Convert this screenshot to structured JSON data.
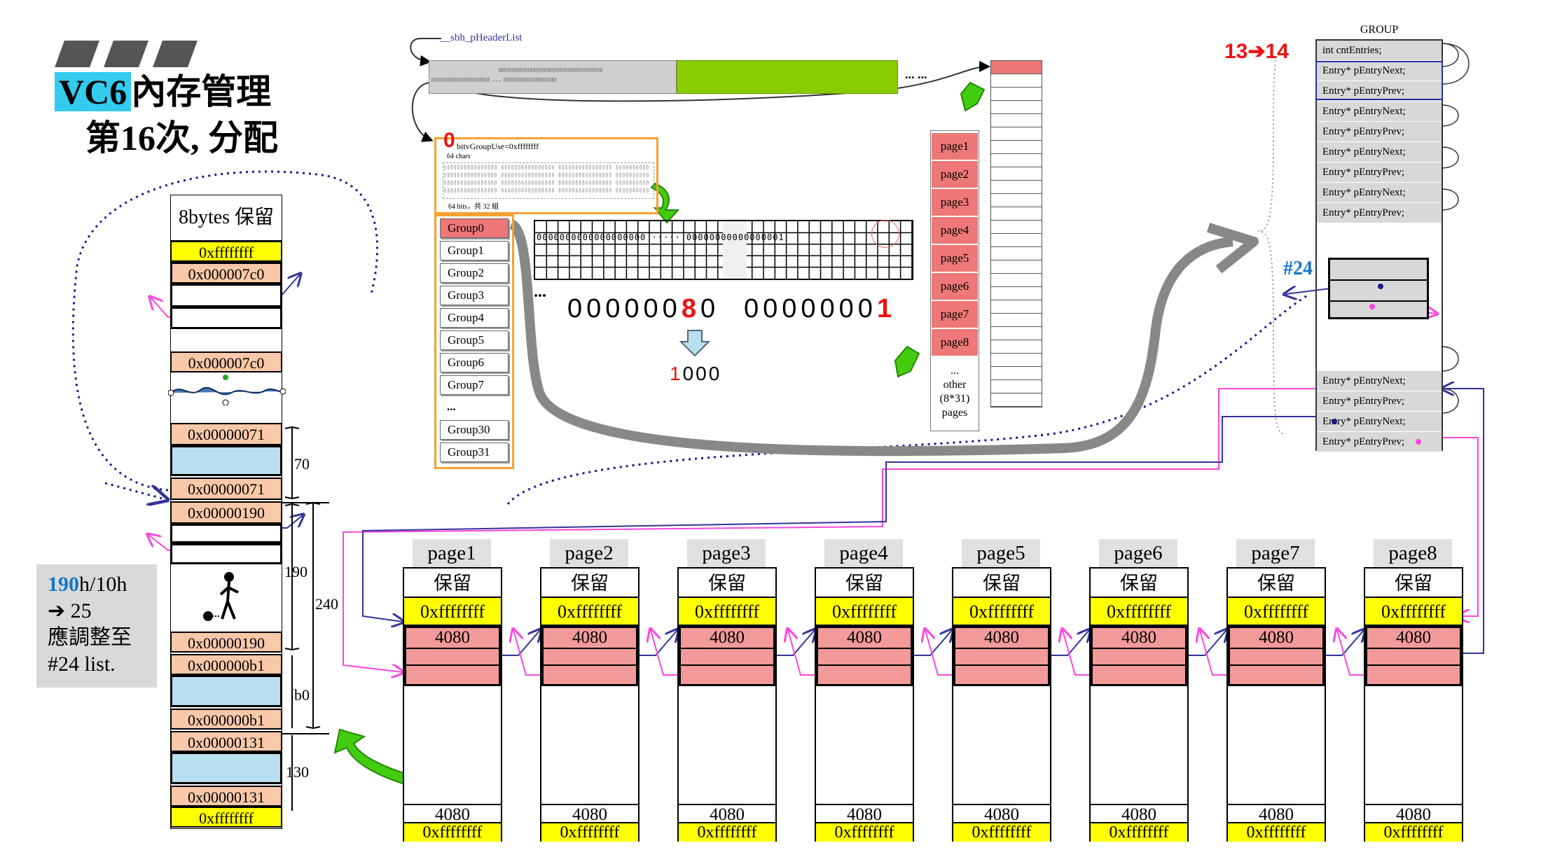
{
  "title": {
    "tag": "VC6",
    "line1_rest": "內存管理",
    "line2": "第16次, 分配"
  },
  "left_column": {
    "header": "8bytes 保留",
    "cells": [
      "0xffffffff",
      "0x000007c0",
      "0x000007c0",
      "0x00000071",
      "0x00000071",
      "0x00000190",
      "0x00000190",
      "0x000000b1",
      "0x000000b1",
      "0x00000131",
      "0x00000131",
      "0xffffffff"
    ],
    "sizes": [
      "70",
      "190",
      "240",
      "b0",
      "130"
    ]
  },
  "note": {
    "line1_num": "190",
    "line1_rest": "h/10h",
    "line2": "➔ 25",
    "line3": "應調整至",
    "line4": "#24 list."
  },
  "header_list": {
    "label": "__sbh_pHeaderList",
    "ellipsis": "... ..."
  },
  "region": {
    "zero": "0",
    "use_label": "bitvGroupUse=0xffffffff",
    "chars": "64 chars",
    "bits": "64 bits，共 32 組",
    "groups": [
      "Group0",
      "Group1",
      "Group2",
      "Group3",
      "Group4",
      "Group5",
      "Group6",
      "Group7",
      "...",
      "Group30",
      "Group31"
    ]
  },
  "bitmap": {
    "dots": "...",
    "hex_left_pre": "000000",
    "hex_left_red": "8",
    "hex_left_post": "0",
    "hex_right_pre": "0000000",
    "hex_right_red": "1",
    "binary_red": "1",
    "binary_rest": "000"
  },
  "pages_list": {
    "pages": [
      "page1",
      "page2",
      "page3",
      "page4",
      "page5",
      "page6",
      "page7",
      "page8"
    ],
    "other": [
      "...",
      "other",
      "(8*31)",
      "pages"
    ]
  },
  "group_struct": {
    "title": "GROUP",
    "count_change": "13➔14",
    "entries_top": [
      "int  cntEntries;",
      "Entry*  pEntryNext;",
      "Entry*  pEntryPrev;",
      "Entry*  pEntryNext;",
      "Entry*  pEntryPrev;",
      "Entry*  pEntryNext;",
      "Entry*  pEntryPrev;",
      "Entry*  pEntryNext;",
      "Entry*  pEntryPrev;"
    ],
    "marker": "#24",
    "entries_bottom": [
      "Entry*  pEntryNext;",
      "Entry*  pEntryPrev;",
      "Entry*  pEntryNext;",
      "Entry*  pEntryPrev;"
    ]
  },
  "bottom_pages": [
    {
      "name": "page1",
      "reserve": "保留",
      "ff": "0xffffffff",
      "top": "4080",
      "bottom": "4080",
      "ff2": "0xffffffff"
    },
    {
      "name": "page2",
      "reserve": "保留",
      "ff": "0xffffffff",
      "top": "4080",
      "bottom": "4080",
      "ff2": "0xffffffff"
    },
    {
      "name": "page3",
      "reserve": "保留",
      "ff": "0xffffffff",
      "top": "4080",
      "bottom": "4080",
      "ff2": "0xffffffff"
    },
    {
      "name": "page4",
      "reserve": "保留",
      "ff": "0xffffffff",
      "top": "4080",
      "bottom": "4080",
      "ff2": "0xffffffff"
    },
    {
      "name": "page5",
      "reserve": "保留",
      "ff": "0xffffffff",
      "top": "4080",
      "bottom": "4080",
      "ff2": "0xffffffff"
    },
    {
      "name": "page6",
      "reserve": "保留",
      "ff": "0xffffffff",
      "top": "4080",
      "bottom": "4080",
      "ff2": "0xffffffff"
    },
    {
      "name": "page7",
      "reserve": "保留",
      "ff": "0xffffffff",
      "top": "4080",
      "bottom": "4080",
      "ff2": "0xffffffff"
    },
    {
      "name": "page8",
      "reserve": "保留",
      "ff": "0xffffffff",
      "top": "4080",
      "bottom": "4080",
      "ff2": "0xffffffff"
    }
  ],
  "colors": {
    "accent_cyan": "#33ccee",
    "highlight_yellow": "#ffff00",
    "page_red": "#f29a9a",
    "free_blue": "#b8dff0",
    "pink_link": "#ff44dd",
    "navy_link": "#333399",
    "orange_frame": "#f5a030",
    "green_arrow": "#44cc11",
    "red_text": "#ee1111",
    "gray_arrow": "#888888"
  }
}
